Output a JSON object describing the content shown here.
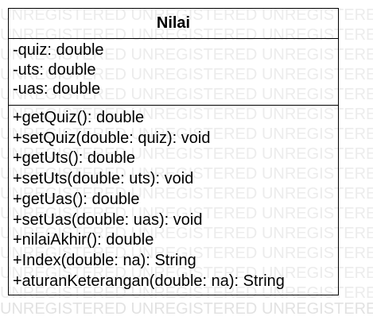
{
  "watermark": {
    "text": "UNREGISTERED",
    "color": "#ececec"
  },
  "uml_class": {
    "name": "Nilai",
    "attributes": [
      "-quiz: double",
      "-uts: double",
      "-uas: double"
    ],
    "operations": [
      "+getQuiz(): double",
      "+setQuiz(double: quiz): void",
      "+getUts(): double",
      "+setUts(double: uts): void",
      "+getUas(): double",
      "+setUas(double: uas): void",
      "+nilaiAkhir(): double",
      "+Index(double: na): String",
      "+aturanKeterangan(double: na): String"
    ]
  }
}
